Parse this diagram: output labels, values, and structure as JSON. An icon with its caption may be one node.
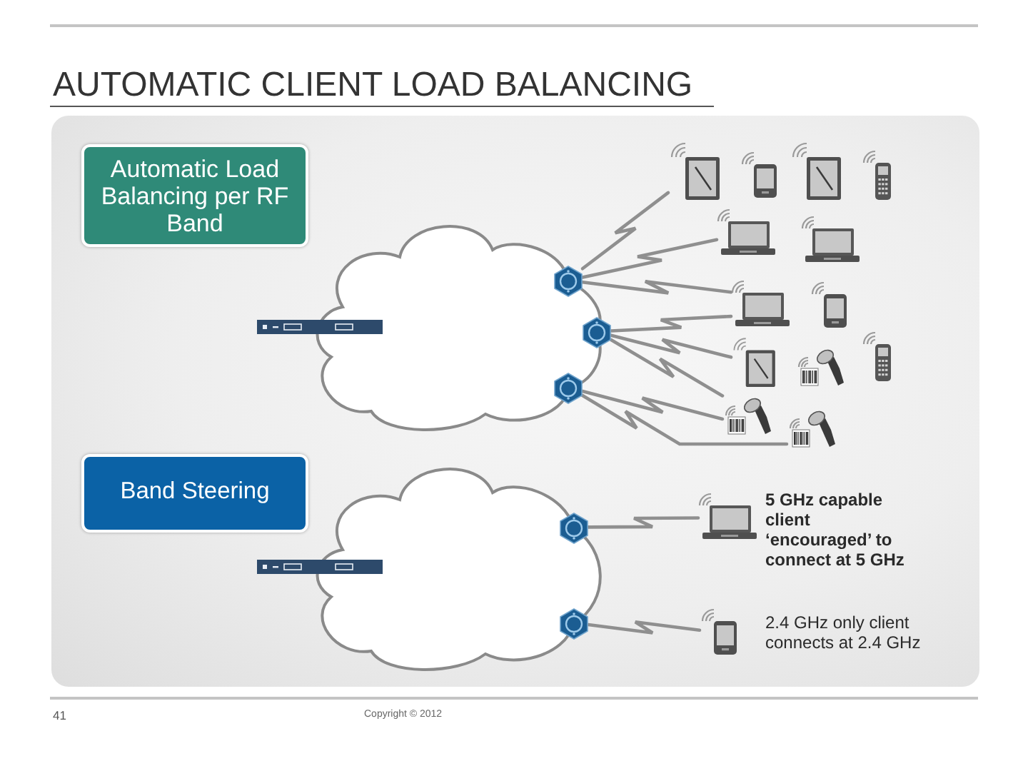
{
  "diagram": {
    "title": "AUTOMATIC CLIENT LOAD BALANCING",
    "nodes": [
      {
        "text": [
          "Automatic Load Balancing per RF Band"
        ]
      },
      {
        "text": [],
        "shape": "hexagon"
      },
      {
        "text": [],
        "shape": "hexagon"
      },
      {
        "text": [],
        "shape": "hexagon"
      },
      {
        "text": [],
        "shape": "picture"
      },
      {
        "text": [],
        "shape": "picture"
      },
      {
        "text": [],
        "shape": "picture"
      },
      {
        "text": [],
        "shape": "picture"
      },
      {
        "text": [],
        "shape": "picture"
      },
      {
        "text": [],
        "shape": "picture"
      },
      {
        "text": [],
        "shape": "picture"
      },
      {
        "text": [],
        "shape": "picture"
      },
      {
        "text": [],
        "shape": "picture"
      },
      {
        "text": [],
        "shape": "picture"
      },
      {
        "text": [],
        "shape": "picture"
      },
      {
        "text": [],
        "shape": "picture"
      },
      {
        "text": [],
        "shape": "picture"
      },
      {
        "text": [
          "Band Steering"
        ]
      },
      {
        "text": [],
        "shape": "hexagon"
      },
      {
        "text": [],
        "shape": "hexagon"
      },
      {
        "text": [],
        "shape": "picture",
        "beside": [
          "5 GHz capable client ‘encouraged’ to connect at 5 GHz"
        ]
      },
      {
        "text": [],
        "shape": "picture",
        "beside": [
          "2.4 GHz only client connects at 2.4 GHz"
        ]
      }
    ],
    "edges": [
      {
        "from": 1,
        "to": 4,
        "arrow": "none"
      },
      {
        "from": 1,
        "to": 8,
        "arrow": "none"
      },
      {
        "from": 1,
        "to": 10,
        "arrow": "none"
      },
      {
        "from": 2,
        "to": 10,
        "arrow": "none"
      },
      {
        "from": 2,
        "to": 12,
        "arrow": "none"
      },
      {
        "from": 2,
        "to": 15,
        "arrow": "none"
      },
      {
        "from": 3,
        "to": 15,
        "arrow": "none"
      },
      {
        "from": 3,
        "to": 16,
        "arrow": "none"
      },
      {
        "from": 18,
        "to": 20,
        "arrow": "none"
      },
      {
        "from": 19,
        "to": 21,
        "arrow": "none"
      }
    ],
    "labels": [
      "41",
      "Copyright © 2012"
    ]
  }
}
